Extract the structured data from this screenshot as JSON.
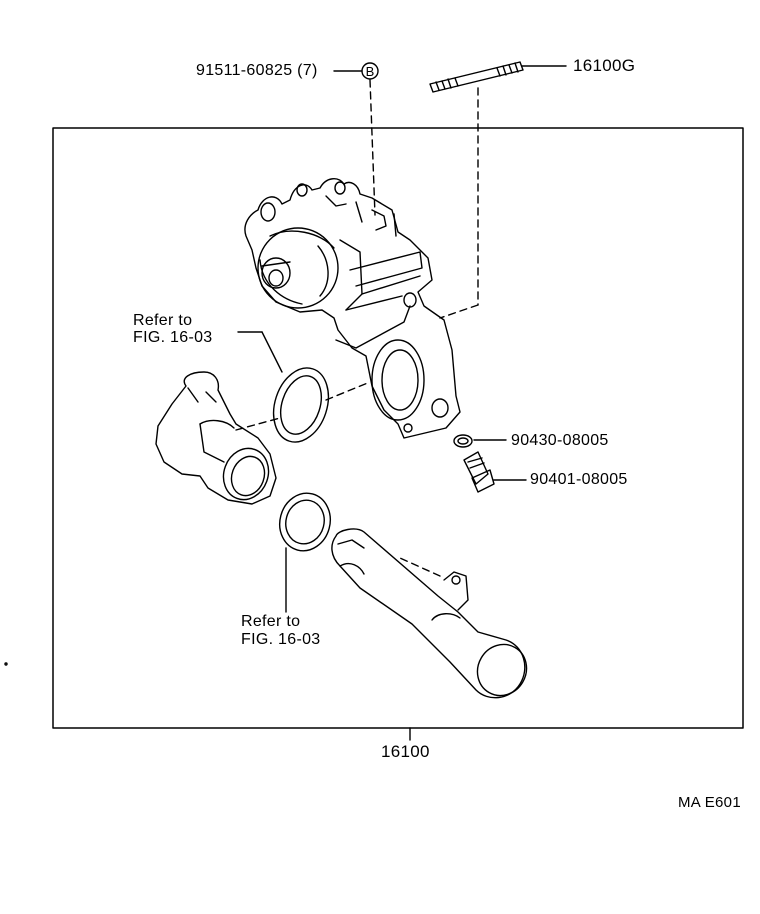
{
  "labels": {
    "bolt_part": "91511-60825 (7)",
    "bolt_marker": "B",
    "stud_part": "16100G",
    "refer_upper_line1": "Refer to",
    "refer_upper_line2": "FIG. 16-03",
    "gasket_part": "90430-08005",
    "drain_plug_part": "90401-08005",
    "refer_lower_line1": "Refer to",
    "refer_lower_line2": "FIG. 16-03",
    "assembly_part": "16100",
    "illustration_code": "MA E601"
  }
}
